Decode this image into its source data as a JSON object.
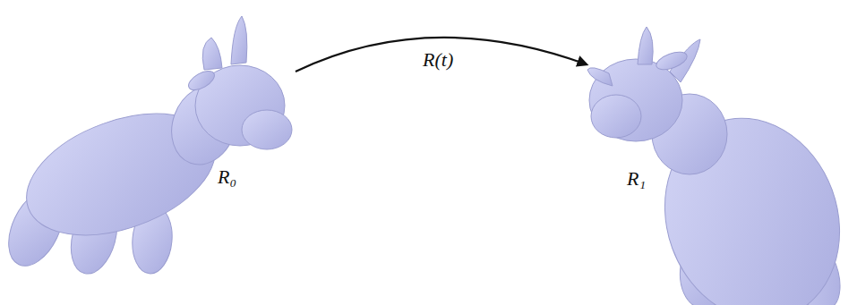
{
  "diagram": {
    "labels": [
      "R(t)",
      "R₀",
      "R₁"
    ]
  }
}
